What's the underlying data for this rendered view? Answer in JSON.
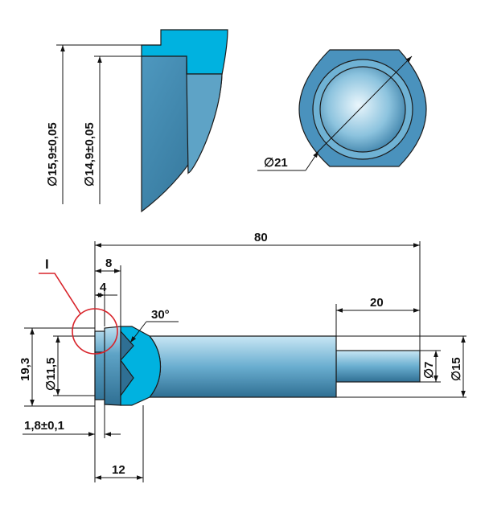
{
  "colors": {
    "cyan": "#00B2E0",
    "steel_dark": "#2F6F93",
    "steel_mid": "#5EA3C6",
    "steel_light": "#BFE2F2",
    "callout_red": "#D8232A",
    "line": "#111111"
  },
  "labels": {
    "detail_marker": "I",
    "dia_outer_tol": "∅15,9±0,05",
    "dia_inner_tol": "∅14,9±0,05",
    "dia_head": "∅21",
    "len_total": "80",
    "len_8": "8",
    "len_4": "4",
    "angle": "30°",
    "len_20": "20",
    "h_19_3": "19,3",
    "dia_11_5": "∅11,5",
    "dia_7": "∅7",
    "dia_15": "∅15",
    "thk_1_8": "1,8±0,1",
    "len_12": "12"
  }
}
